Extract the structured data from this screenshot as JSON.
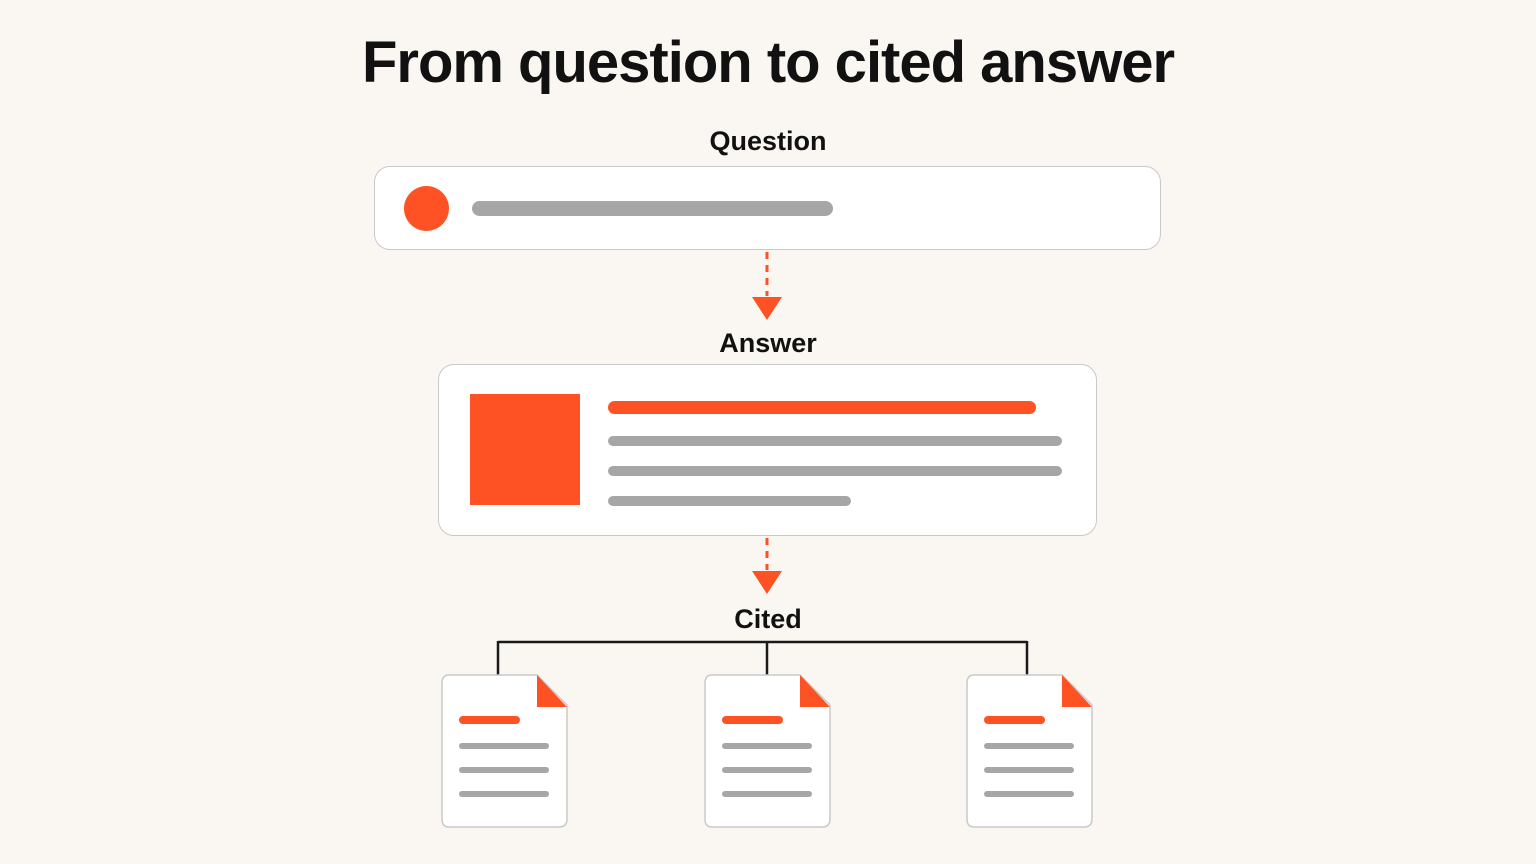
{
  "title": "From question to cited answer",
  "stages": {
    "question_label": "Question",
    "answer_label": "Answer",
    "cited_label": "Cited"
  },
  "colors": {
    "accent": "#ff5224",
    "placeholder_line": "#a6a6a6",
    "card_border": "#c9c9c9",
    "background": "#faf7f2"
  },
  "cited_documents": [
    {
      "icon": "document-icon"
    },
    {
      "icon": "document-icon"
    },
    {
      "icon": "document-icon"
    }
  ]
}
